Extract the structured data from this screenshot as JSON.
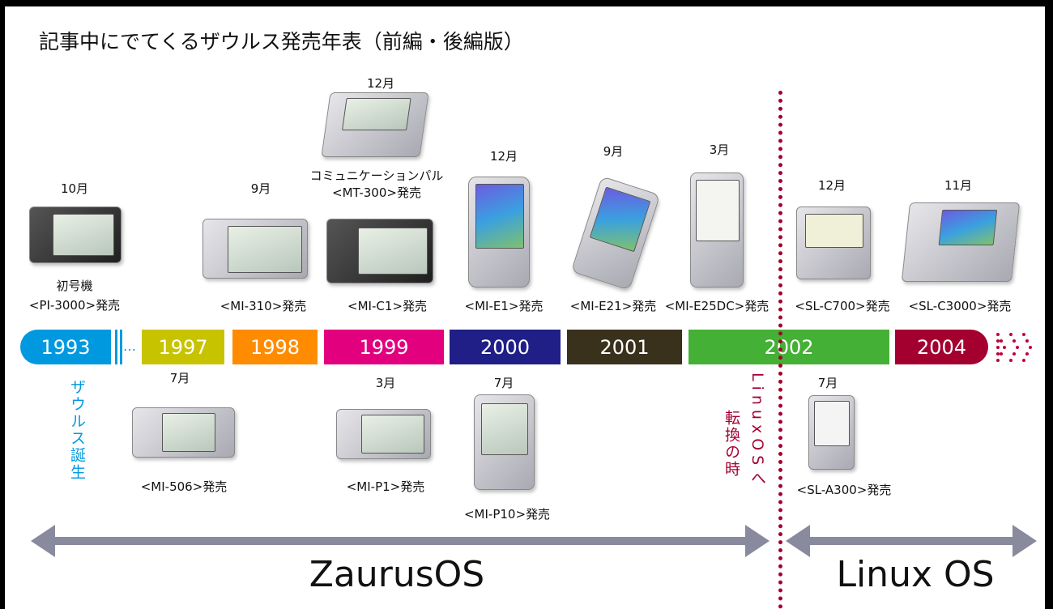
{
  "title": "記事中にでてくるザウルス発売年表（前編・後編版）",
  "years": [
    "1993",
    "1997",
    "1998",
    "1999",
    "2000",
    "2001",
    "2002",
    "2004"
  ],
  "year_colors": [
    "#0099e0",
    "#c8c300",
    "#ff8c00",
    "#e2007f",
    "#1f1f87",
    "#3a311c",
    "#44b035",
    "#a30030"
  ],
  "ellipsis": "…",
  "top_products": [
    {
      "month": "10月",
      "sub": "初号機",
      "label": "<PI-3000>発売"
    },
    {
      "month": "9月",
      "label": "<MI-310>発売"
    },
    {
      "month": "12月",
      "sub": "コミュニケーションパル",
      "label": "<MT-300>発売"
    },
    {
      "label": "<MI-C1>発売"
    },
    {
      "month": "12月",
      "label": "<MI-E1>発売"
    },
    {
      "month": "9月",
      "label": "<MI-E21>発売"
    },
    {
      "month": "3月",
      "label": "<MI-E25DC>発売"
    },
    {
      "month": "12月",
      "label": "<SL-C700>発売"
    },
    {
      "month": "11月",
      "label": "<SL-C3000>発売"
    }
  ],
  "bottom_products": [
    {
      "month": "7月",
      "label": "<MI-506>発売"
    },
    {
      "month": "3月",
      "label": "<MI-P1>発売"
    },
    {
      "month": "7月",
      "label": "<MI-P10>発売"
    },
    {
      "month": "7月",
      "label": "<SL-A300>発売"
    }
  ],
  "birth_label": "ザウルス誕生",
  "linux_switch": "LinuxOSへ",
  "switch_time": "転換の時",
  "era_left": "ZaurusOS",
  "era_right": "Linux OS"
}
